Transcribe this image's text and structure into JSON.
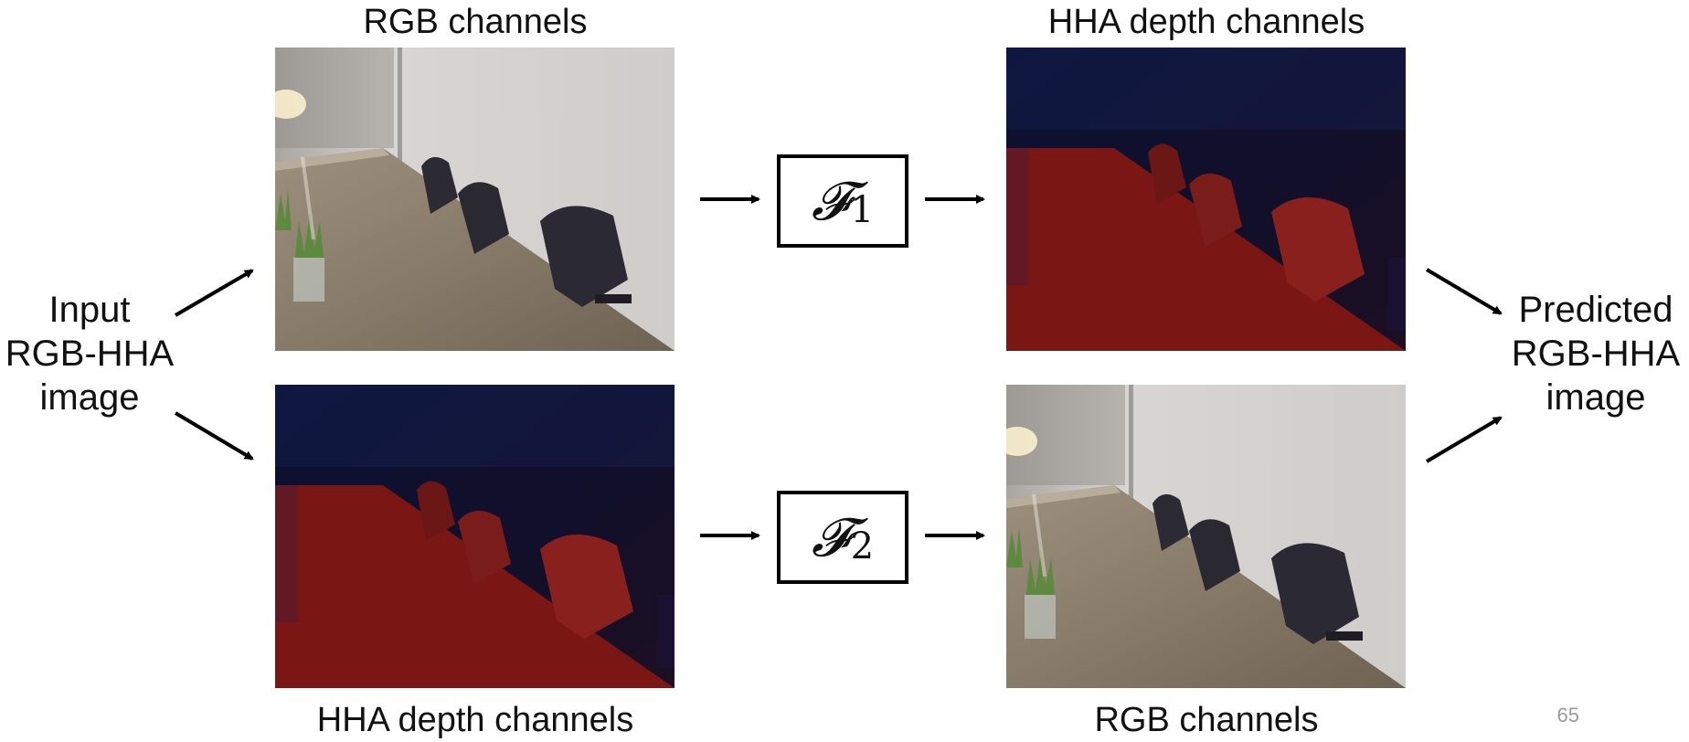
{
  "labels": {
    "top_left": "RGB channels",
    "top_right": "HHA depth channels",
    "bottom_left": "HHA depth channels",
    "bottom_right": "RGB channels"
  },
  "input_label": [
    "Input",
    "RGB-HHA",
    "image"
  ],
  "output_label": [
    "Predicted",
    "RGB-HHA",
    "image"
  ],
  "functions": {
    "f1": {
      "symbol": "𝓕",
      "subscript": "1"
    },
    "f2": {
      "symbol": "𝓕",
      "subscript": "2"
    }
  },
  "page_number": "65"
}
